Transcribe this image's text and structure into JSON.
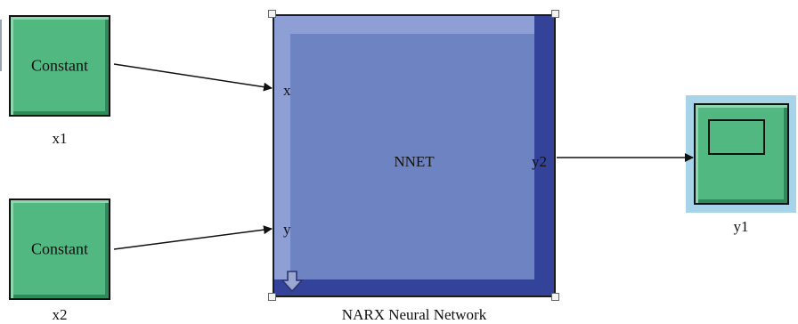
{
  "blocks": {
    "const1": {
      "label": "Constant",
      "caption": "x1"
    },
    "const2": {
      "label": "Constant",
      "caption": "x2"
    },
    "nnet": {
      "label": "NNET",
      "caption": "NARX Neural Network",
      "ports": {
        "in1": "x",
        "in2": "y",
        "out1": "y2"
      }
    },
    "scope": {
      "caption": "y1"
    }
  },
  "icons": [
    "arrow-down-icon",
    "scope-screen-icon"
  ],
  "colors": {
    "constant_fill": "#52b882",
    "nnet_fill": "#6e83c1",
    "selection_highlight": "#a8d4ea"
  }
}
